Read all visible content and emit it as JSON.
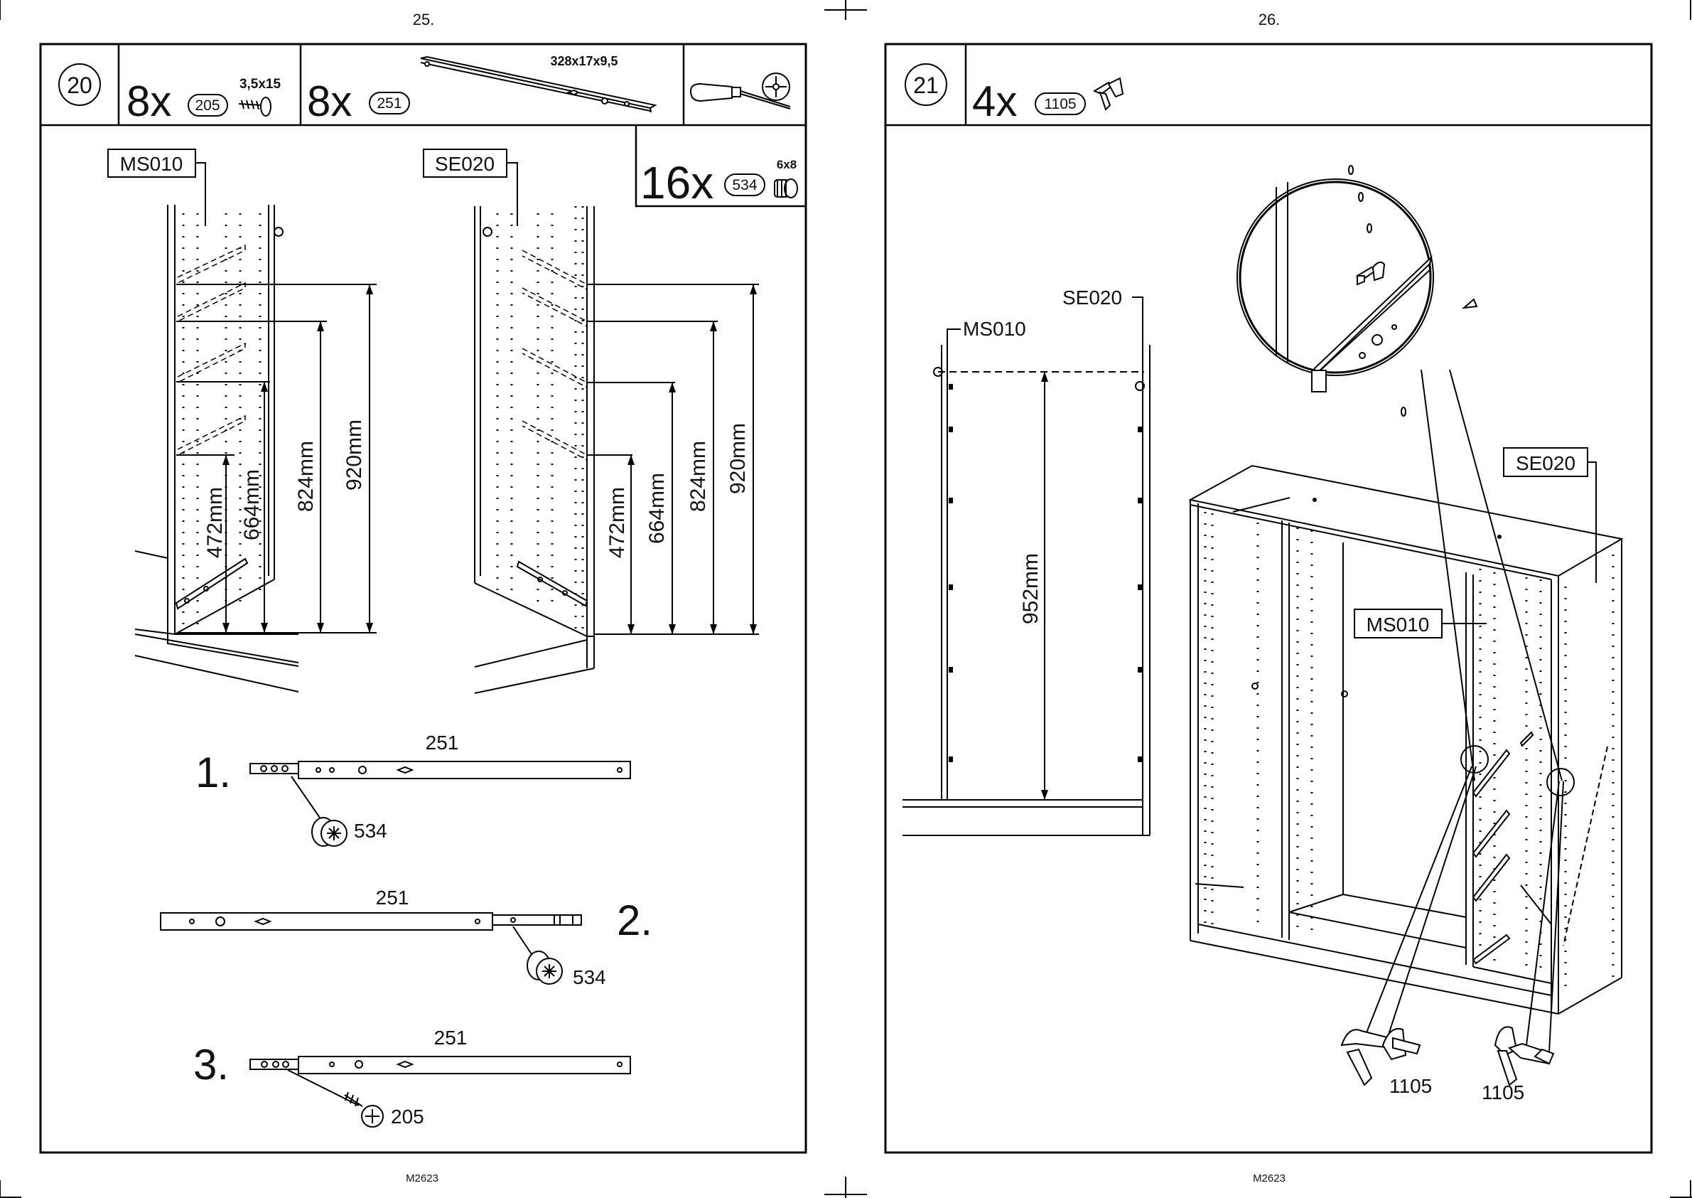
{
  "pages": {
    "left_number": "25.",
    "right_number": "26.",
    "left_code": "M2623",
    "right_code": "M2623"
  },
  "step20": {
    "step_number": "20",
    "screw_qty": "8x",
    "screw_part": "205",
    "screw_size": "3,5x15",
    "rail_qty": "8x",
    "rail_part": "251",
    "rail_dimensions": "328x17x9,5",
    "plug_qty": "16x",
    "plug_part": "534",
    "plug_size": "6x8",
    "tool_icon": "screwdriver-icon",
    "left_panel_label": "MS010",
    "right_panel_label": "SE020",
    "dims_left": [
      "472mm",
      "664mm",
      "824mm",
      "920mm"
    ],
    "dims_right": [
      "472mm",
      "664mm",
      "824mm",
      "920mm"
    ],
    "sub1_number": "1.",
    "sub1_rail": "251",
    "sub1_part": "534",
    "sub2_number": "2.",
    "sub2_rail": "251",
    "sub2_part": "534",
    "sub3_number": "3.",
    "sub3_rail": "251",
    "sub3_part": "205"
  },
  "step21": {
    "step_number": "21",
    "clip_qty": "4x",
    "clip_part": "1105",
    "left_panel_label": "MS010",
    "right_panel_label": "SE020",
    "height_dim": "952mm",
    "cabinet_label_side": "SE020",
    "cabinet_label_mid": "MS010",
    "part_callout_1": "1105",
    "part_callout_2": "1105"
  }
}
